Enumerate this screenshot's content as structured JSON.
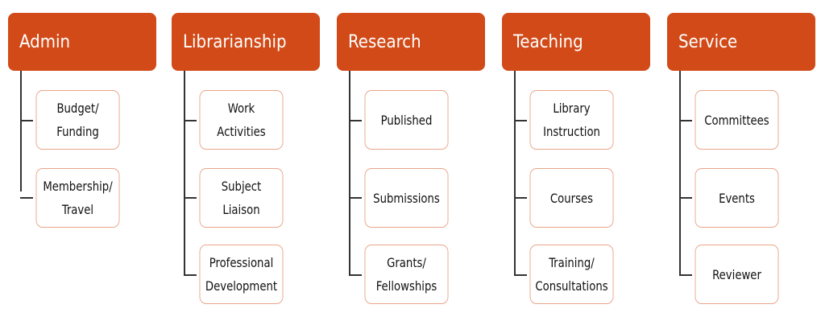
{
  "colors": {
    "header_fill": "#d14a18",
    "child_border": "#eaa58a",
    "connector": "#333333"
  },
  "columns": [
    {
      "title": "Admin",
      "children": [
        "Budget/\nFunding",
        "Membership/\nTravel"
      ]
    },
    {
      "title": "Librarianship",
      "children": [
        "Work\nActivities",
        "Subject\nLiaison",
        "Professional\nDevelopment"
      ]
    },
    {
      "title": "Research",
      "children": [
        "Published",
        "Submissions",
        "Grants/\nFellowships"
      ]
    },
    {
      "title": "Teaching",
      "children": [
        "Library\nInstruction",
        "Courses",
        "Training/\nConsultations"
      ]
    },
    {
      "title": "Service",
      "children": [
        "Committees",
        "Events",
        "Reviewer"
      ]
    }
  ]
}
